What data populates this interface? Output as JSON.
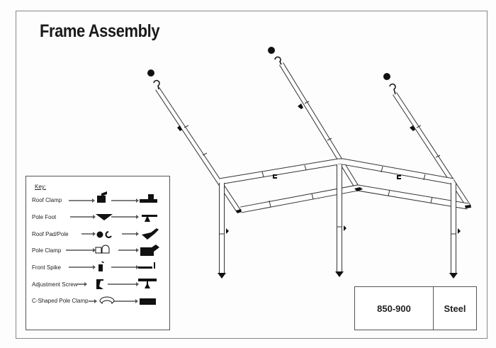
{
  "title": "Frame Assembly",
  "key": {
    "heading": "Key:",
    "items": [
      {
        "label": "Roof Clamp",
        "icon": "roof-clamp-icon"
      },
      {
        "label": "Pole Foot",
        "icon": "pole-foot-icon"
      },
      {
        "label": "Roof Pad/Pole",
        "icon": "roof-pad-icon"
      },
      {
        "label": "Pole Clamp",
        "icon": "pole-clamp-icon"
      },
      {
        "label": "Front Spike",
        "icon": "front-spike-icon"
      },
      {
        "label": "Adjustment Screw",
        "icon": "adjustment-screw-icon"
      },
      {
        "label": "C-Shaped Pole Clamp",
        "icon": "c-shaped-clamp-icon"
      }
    ]
  },
  "spec": {
    "size": "850-900",
    "material": "Steel"
  }
}
